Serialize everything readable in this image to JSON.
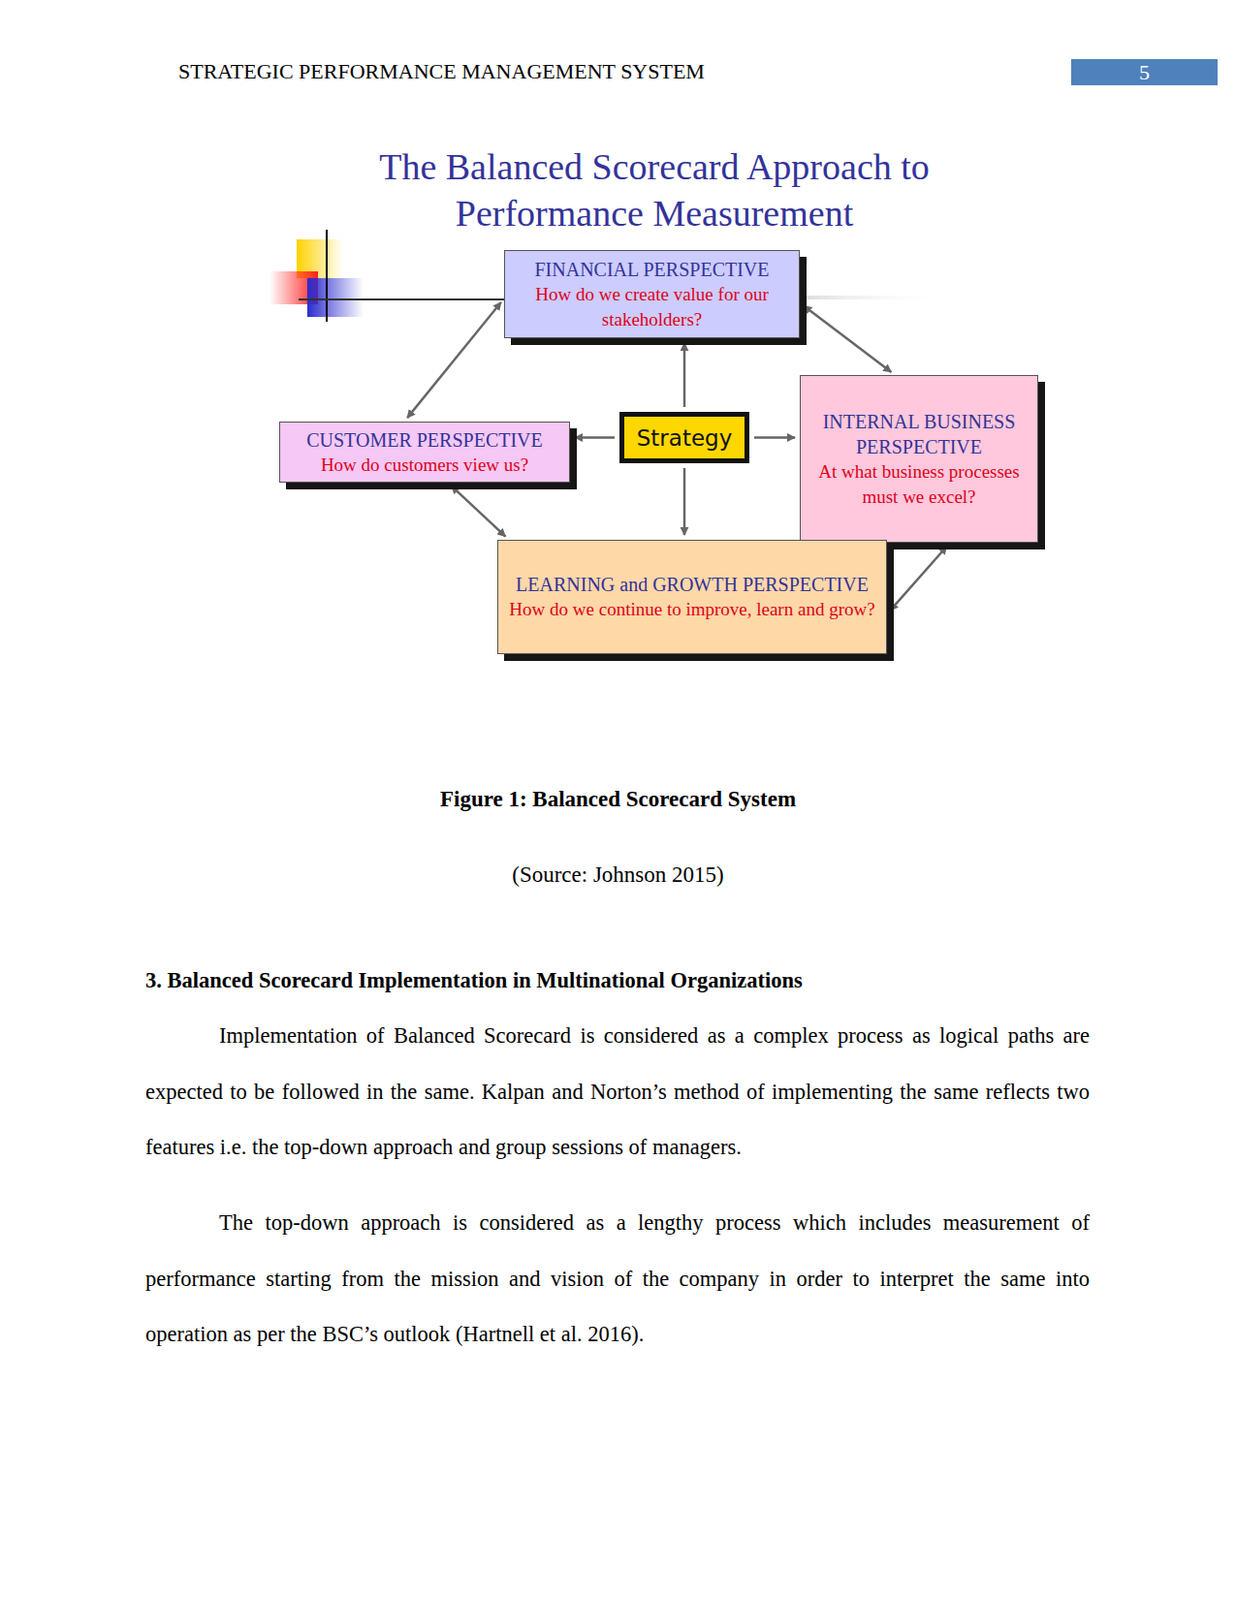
{
  "diagram": {
    "title": "The Balanced Scorecard Approach to Performance Measurement",
    "caption": "Figure 1: Balanced Scorecard System",
    "nodes": [
      {
        "text": [
          "FINANCIAL PERSPECTIVE",
          "How do we create value for our stakeholders?"
        ]
      },
      {
        "text": [
          "CUSTOMER PERSPECTIVE",
          "How do customers view us?"
        ]
      },
      {
        "text": [
          "Strategy"
        ]
      },
      {
        "text": [
          "INTERNAL BUSINESS PERSPECTIVE",
          "At what business processes must we excel?"
        ]
      },
      {
        "text": [
          "LEARNING and GROWTH PERSPECTIVE",
          "How do we continue to improve, learn and grow?"
        ]
      }
    ],
    "edges": [
      {
        "from": 2,
        "to": 0,
        "arrow": "to"
      },
      {
        "from": 2,
        "to": 1,
        "arrow": "to"
      },
      {
        "from": 2,
        "to": 3,
        "arrow": "to"
      },
      {
        "from": 2,
        "to": 4,
        "arrow": "to"
      },
      {
        "from": 0,
        "to": 1,
        "arrow": "both"
      },
      {
        "from": 0,
        "to": 3,
        "arrow": "both"
      },
      {
        "from": 1,
        "to": 4,
        "arrow": "both"
      },
      {
        "from": 3,
        "to": 4,
        "arrow": "both"
      }
    ],
    "labels": [
      "STRATEGIC PERFORMANCE MANAGEMENT SYSTEM",
      "5",
      "(Source: Johnson 2015)",
      "3. Balanced Scorecard Implementation in Multinational Organizations",
      "Implementation of Balanced Scorecard is considered as a complex process as logical paths are expected to be followed in the same. Kalpan and Norton’s method of implementing the same reflects two features i.e. the top-down approach and group sessions of managers.",
      "The top-down approach is considered as a lengthy process which includes measurement of performance starting from the mission and vision of the company in order to interpret the same into operation as per the BSC’s outlook (Hartnell et al. 2016)."
    ]
  }
}
